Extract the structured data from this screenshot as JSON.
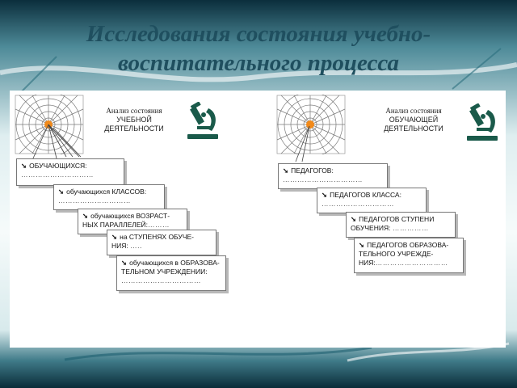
{
  "slide": {
    "title_line1": "Исследования состояния учебно-",
    "title_line2": "воспитательного процесса"
  },
  "left": {
    "heading": [
      "Анализ состояния",
      "УЧЕБНОЙ",
      "ДЕЯТЕЛЬНОСТИ"
    ],
    "cards": [
      {
        "label": "ОБУЧАЮЩИХСЯ:",
        "dots": "…………………………"
      },
      {
        "label": "обучающихся КЛАССОВ:",
        "dots": "…………………………"
      },
      {
        "label": "обучающихся ВОЗРАСТ-",
        "label2": "НЫХ ПАРАЛЛЕЛЕЙ:",
        "dots": "………"
      },
      {
        "label": "на СТУПЕНЯХ ОБУЧЕ-",
        "label2": "НИЯ:",
        "dots": "….."
      },
      {
        "label": "обучающихся в ОБРАЗОВА-",
        "label2": "ТЕЛЬНОМ УЧРЕЖДЕНИИ:",
        "dots": "……………………………"
      }
    ]
  },
  "right": {
    "heading": [
      "Анализ состояния",
      "ОБУЧАЮЩЕЙ",
      "ДЕЯТЕЛЬНОСТИ"
    ],
    "cards": [
      {
        "label": "ПЕДАГОГОВ:",
        "dots": "……………………………"
      },
      {
        "label": "ПЕДАГОГОВ КЛАССА:",
        "dots": "…………………………"
      },
      {
        "label": "ПЕДАГОГОВ СТУПЕНИ",
        "label2": "ОБУЧЕНИЯ:",
        "dots": "……………"
      },
      {
        "label": "ПЕДАГОГОВ ОБРАЗОВА-",
        "label2": "ТЕЛЬНОГО УЧРЕЖДЕ-",
        "label3": "НИЯ:",
        "dots": "…………………………"
      }
    ]
  },
  "colors": {
    "title": "#1f4f5f",
    "accent": "#f28a1a",
    "microscope": "#1a5a4a",
    "background": "#0c3b4a"
  }
}
